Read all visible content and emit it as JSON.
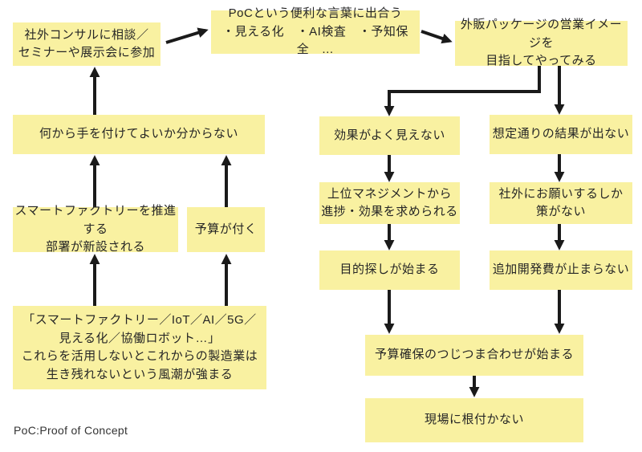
{
  "diagram": {
    "boxes": {
      "consult": {
        "text": "社外コンサルに相談／\nセミナーや展示会に参加"
      },
      "poc": {
        "text": "PoCという便利な言葉に出合う\n・見える化　・AI検査　・予知保全　…"
      },
      "gaihan": {
        "text": "外販パッケージの営業イメージを\n目指してやってみる"
      },
      "nanikara": {
        "text": "何から手を付けてよいか分からない"
      },
      "smartfactory": {
        "text": "スマートファクトリーを推進する\n部署が新設される"
      },
      "budget": {
        "text": "予算が付く"
      },
      "trend": {
        "text": "「スマートファクトリー／IoT／AI／5G／\n見える化／協働ロボット…」\nこれらを活用しないとこれからの製造業は\n生き残れないという風潮が強まる"
      },
      "kouka": {
        "text": "効果がよく見えない"
      },
      "soutei": {
        "text": "想定通りの結果が出ない"
      },
      "joui": {
        "text": "上位マネジメントから\n進捗・効果を求められる"
      },
      "shagai": {
        "text": "社外にお願いするしか\n策がない"
      },
      "mokuteki": {
        "text": "目的探しが始まる"
      },
      "tsuika": {
        "text": "追加開発費が止まらない"
      },
      "yosan": {
        "text": "予算確保のつじつま合わせが始まる"
      },
      "genba": {
        "text": "現場に根付かない"
      }
    },
    "footnote": "PoC:Proof of Concept",
    "colors": {
      "box_fill": "#f9f1a1",
      "text": "#262626",
      "arrow": "#1a1a1a",
      "background": "#ffffff"
    }
  }
}
